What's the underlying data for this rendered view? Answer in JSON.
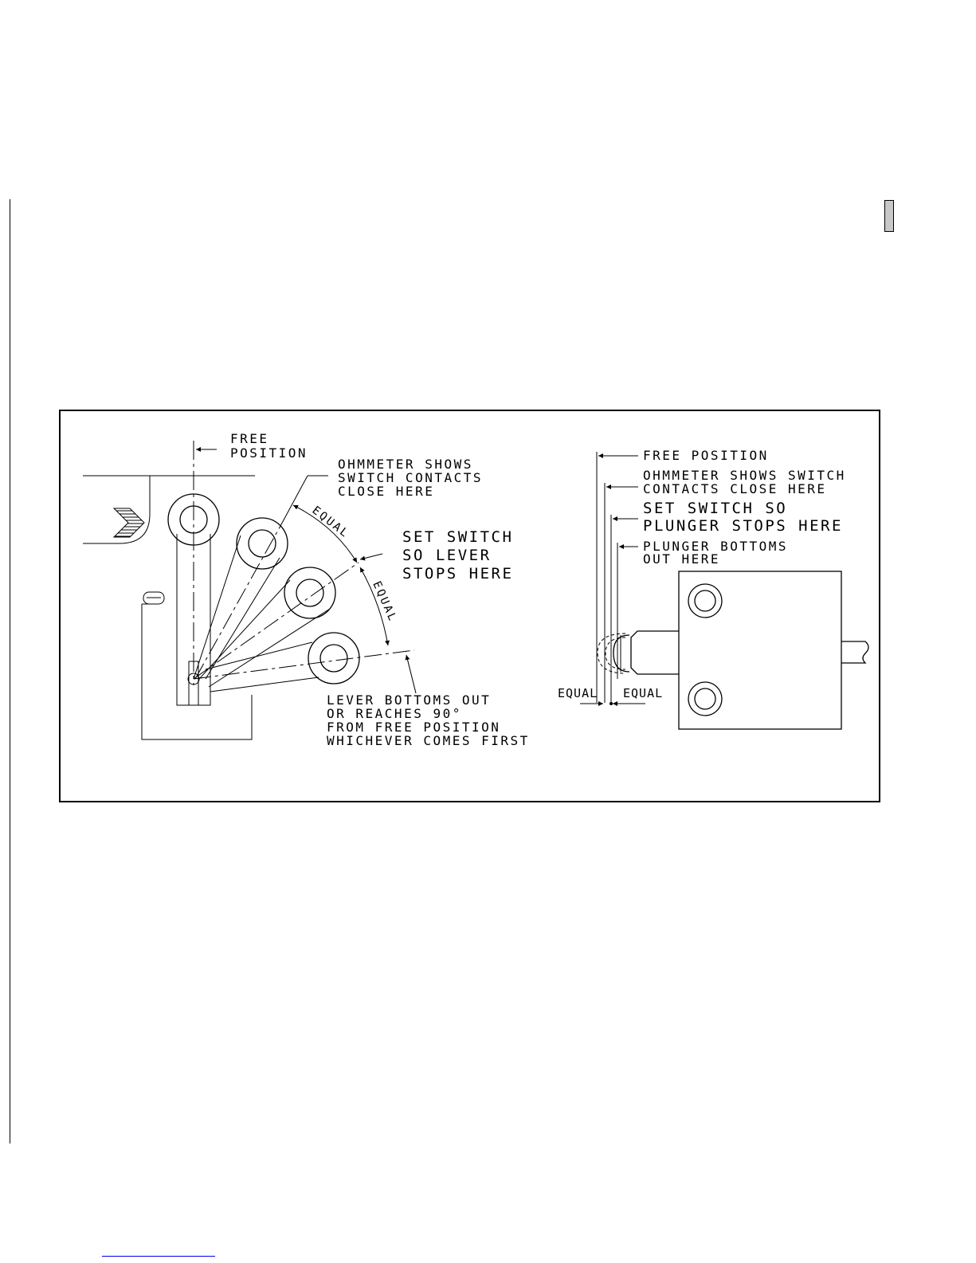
{
  "diagram": {
    "lever_switch": {
      "free_position": [
        "FREE",
        "POSITION"
      ],
      "ohmmeter": [
        "OHMMETER SHOWS",
        "SWITCH CONTACTS",
        "CLOSE HERE"
      ],
      "set_switch": [
        "SET SWITCH",
        "SO LEVER",
        "STOPS HERE"
      ],
      "equal_upper": "EQUAL",
      "equal_lower": "EQUAL",
      "bottoms_out": [
        "LEVER BOTTOMS OUT",
        "OR REACHES 90°",
        "FROM FREE POSITION",
        "WHICHEVER COMES FIRST"
      ]
    },
    "plunger_switch": {
      "free_position": "FREE POSITION",
      "ohmmeter": [
        "OHMMETER SHOWS SWITCH",
        "CONTACTS CLOSE HERE"
      ],
      "set_switch": [
        "SET SWITCH SO",
        "PLUNGER STOPS HERE"
      ],
      "bottoms_out": [
        "PLUNGER BOTTOMS",
        "OUT HERE"
      ],
      "equal_left": "EQUAL",
      "equal_right": "EQUAL"
    }
  }
}
